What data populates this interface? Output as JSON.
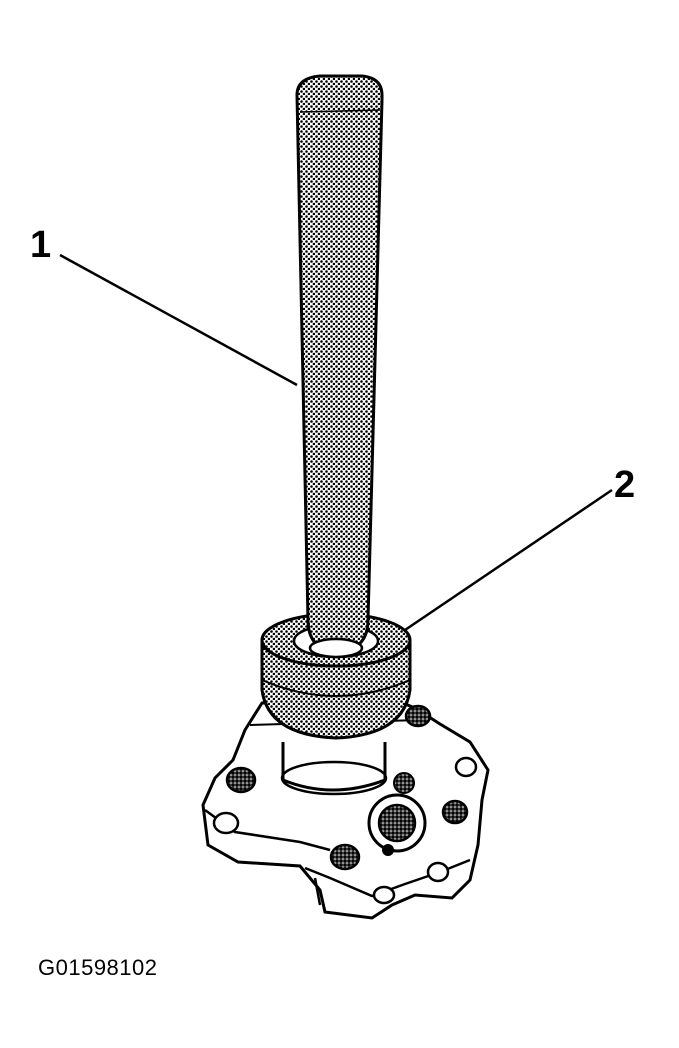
{
  "callouts": [
    {
      "label": "1"
    },
    {
      "label": "2"
    }
  ],
  "figure_code": "G01598102",
  "colors": {
    "ink": "#000000",
    "halftone": "#555555",
    "paper": "#ffffff"
  },
  "icons": [
    "threaded-rod-tool",
    "sleeve-adapter",
    "pump-housing"
  ]
}
